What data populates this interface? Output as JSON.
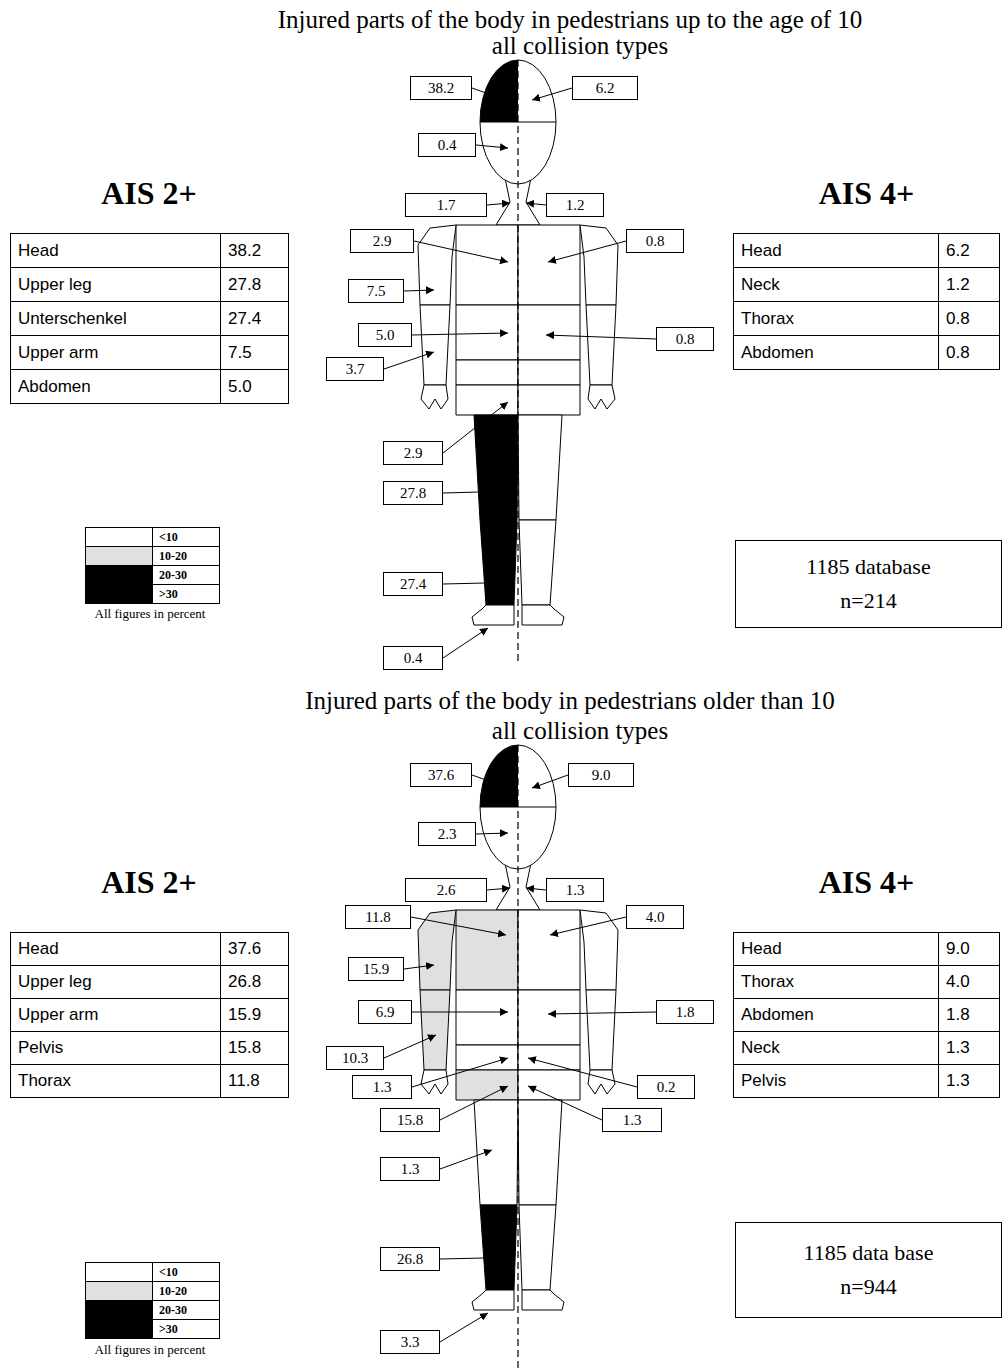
{
  "diagram": {
    "nodes": [
      {
        "text": [
          "38.2"
        ]
      },
      {
        "text": [
          "6.2"
        ]
      },
      {
        "text": [
          "0.4"
        ]
      },
      {
        "text": [
          "1.7"
        ]
      },
      {
        "text": [
          "1.2"
        ]
      },
      {
        "text": [
          "2.9"
        ]
      },
      {
        "text": [
          "0.8"
        ]
      },
      {
        "text": [
          "7.5"
        ]
      },
      {
        "text": [
          "5.0"
        ]
      },
      {
        "text": [
          "0.8"
        ]
      },
      {
        "text": [
          "3.7"
        ]
      },
      {
        "text": [
          "2.9"
        ]
      },
      {
        "text": [
          "27.8"
        ]
      },
      {
        "text": [
          "27.4"
        ]
      },
      {
        "text": [
          "0.4"
        ]
      },
      {
        "text": [
          "1185 database n=214"
        ]
      },
      {
        "text": [
          "37.6"
        ]
      },
      {
        "text": [
          "9.0"
        ]
      },
      {
        "text": [
          "2.3"
        ]
      },
      {
        "text": [
          "2.6"
        ]
      },
      {
        "text": [
          "1.3"
        ]
      },
      {
        "text": [
          "11.8"
        ]
      },
      {
        "text": [
          "4.0"
        ]
      },
      {
        "text": [
          "15.9"
        ]
      },
      {
        "text": [
          "6.9"
        ]
      },
      {
        "text": [
          "1.8"
        ]
      },
      {
        "text": [
          "10.3"
        ]
      },
      {
        "text": [
          "1.3"
        ]
      },
      {
        "text": [
          "0.2"
        ]
      },
      {
        "text": [
          "15.8"
        ]
      },
      {
        "text": [
          "1.3"
        ]
      },
      {
        "text": [
          "1.3"
        ]
      },
      {
        "text": [
          "26.8"
        ]
      },
      {
        "text": [
          "3.3"
        ]
      },
      {
        "text": [
          "1185 data base n=944"
        ]
      }
    ],
    "labels": [
      "Injured parts of the body in pedestrians up to the age of 10",
      "all collision types",
      "AIS 2+",
      "Head",
      "38.2",
      "Upper leg",
      "27.8",
      "Unterschenkel",
      "27.4",
      "Upper arm",
      "7.5",
      "Abdomen",
      "5.0",
      "AIS 4+",
      "Head",
      "6.2",
      "Neck",
      "1.2",
      "Thorax",
      "0.8",
      "Abdomen",
      "0.8",
      "All figures in percent",
      "Injured parts of the body in pedestrians older than 10",
      "all collision types",
      "AIS 2+",
      "Head",
      "37.6",
      "Upper leg",
      "26.8",
      "Upper arm",
      "15.9",
      "Pelvis",
      "15.8",
      "Thorax",
      "11.8",
      "AIS 4+",
      "Head",
      "9.0",
      "Thorax",
      "4.0",
      "Abdomen",
      "1.8",
      "Neck",
      "1.3",
      "Pelvis",
      "1.3",
      "All figures in percent"
    ],
    "legend": [
      {
        "text": "<10",
        "color": "#ffffff"
      },
      {
        "text": "10-20",
        "color": "#e0e0e0"
      },
      {
        "text": "20-30",
        "color": "#000000"
      },
      {
        "text": ">30",
        "color": "#000000"
      },
      {
        "text": "<10",
        "color": "#ffffff"
      },
      {
        "text": "10-20",
        "color": "#e0e0e0"
      },
      {
        "text": "20-30",
        "color": "#000000"
      },
      {
        "text": ">30",
        "color": "#000000"
      }
    ]
  }
}
